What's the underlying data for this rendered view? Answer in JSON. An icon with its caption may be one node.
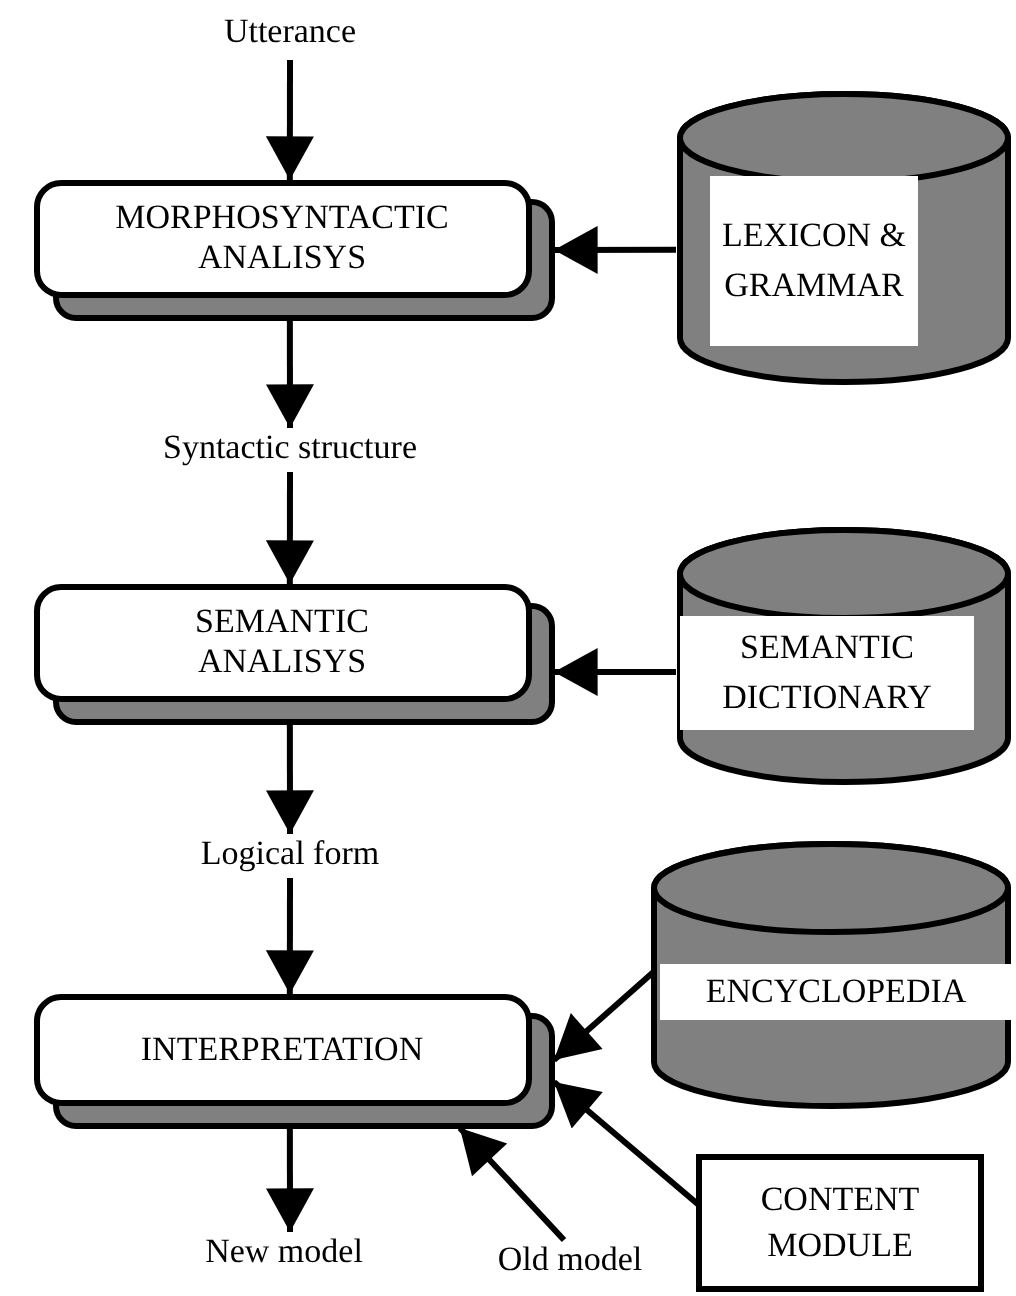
{
  "diagram": {
    "nodes": [
      {
        "text": [
          "Utterance"
        ]
      },
      {
        "text": [
          "MORPHOSYNTACTIC ANALISYS"
        ]
      },
      {
        "text": [
          "LEXICON & GRAMMAR"
        ]
      },
      {
        "text": [
          "Syntactic structure"
        ]
      },
      {
        "text": [
          "SEMANTIC ANALISYS"
        ]
      },
      {
        "text": [
          "SEMANTIC DICTIONARY"
        ]
      },
      {
        "text": [
          "Logical form"
        ]
      },
      {
        "text": [
          "INTERPRETATION"
        ]
      },
      {
        "text": [
          "ENCYCLOPEDIA"
        ]
      },
      {
        "text": [
          "CONTENT MODULE"
        ]
      },
      {
        "text": [
          "New model"
        ]
      },
      {
        "text": [
          "Old model"
        ]
      }
    ],
    "edges": [
      {
        "from": 0,
        "to": 1,
        "arrow": "to"
      },
      {
        "from": 1,
        "to": 3,
        "arrow": "to"
      },
      {
        "from": 2,
        "to": 1,
        "arrow": "to"
      },
      {
        "from": 3,
        "to": 4,
        "arrow": "to"
      },
      {
        "from": 4,
        "to": 6,
        "arrow": "to"
      },
      {
        "from": 5,
        "to": 4,
        "arrow": "to"
      },
      {
        "from": 6,
        "to": 7,
        "arrow": "to"
      },
      {
        "from": 8,
        "to": 7,
        "arrow": "to"
      },
      {
        "from": 7,
        "to": 10,
        "arrow": "to"
      },
      {
        "from": 11,
        "to": 7,
        "arrow": "to"
      },
      {
        "from": 9,
        "to": 7,
        "arrow": "to"
      }
    ]
  }
}
